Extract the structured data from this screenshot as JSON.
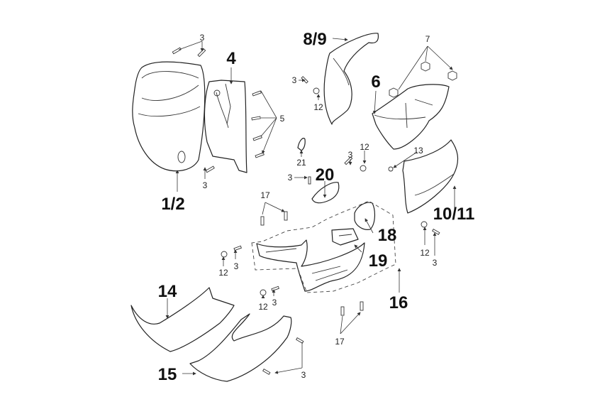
{
  "diagram": {
    "part_labels": [
      "1/2",
      "4",
      "8/9",
      "6",
      "20",
      "10/11",
      "18",
      "19",
      "16",
      "14",
      "15"
    ],
    "fastener_labels": [
      "3",
      "5",
      "3",
      "3",
      "12",
      "7",
      "21",
      "3",
      "12",
      "13",
      "3",
      "17",
      "12",
      "3",
      "12",
      "3",
      "12",
      "3",
      "17",
      "3"
    ]
  }
}
